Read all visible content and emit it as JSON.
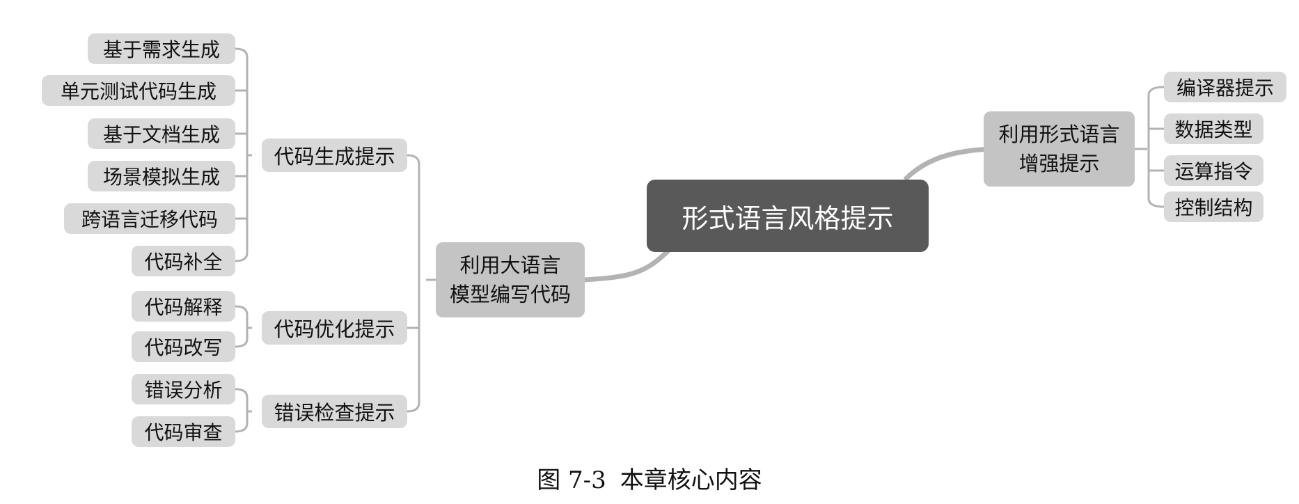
{
  "root": {
    "label": "形式语言风格提示"
  },
  "left": {
    "title_line1": "利用大语言",
    "title_line2": "模型编写代码",
    "groups": [
      {
        "label": "代码生成提示",
        "items": [
          "基于需求生成",
          "单元测试代码生成",
          "基于文档生成",
          "场景模拟生成",
          "跨语言迁移代码",
          "代码补全"
        ]
      },
      {
        "label": "代码优化提示",
        "items": [
          "代码解释",
          "代码改写"
        ]
      },
      {
        "label": "错误检查提示",
        "items": [
          "错误分析",
          "代码审查"
        ]
      }
    ]
  },
  "right": {
    "title_line1": "利用形式语言",
    "title_line2": "增强提示",
    "items": [
      "编译器提示",
      "数据类型",
      "运算指令",
      "控制结构"
    ]
  },
  "caption": {
    "number": "图 7-3",
    "text": "本章核心内容"
  },
  "colors": {
    "connector": "#b3b3b3",
    "root_fill": "#595959",
    "major_fill": "#c4c4c4",
    "leaf_fill": "#d9d9d9"
  }
}
